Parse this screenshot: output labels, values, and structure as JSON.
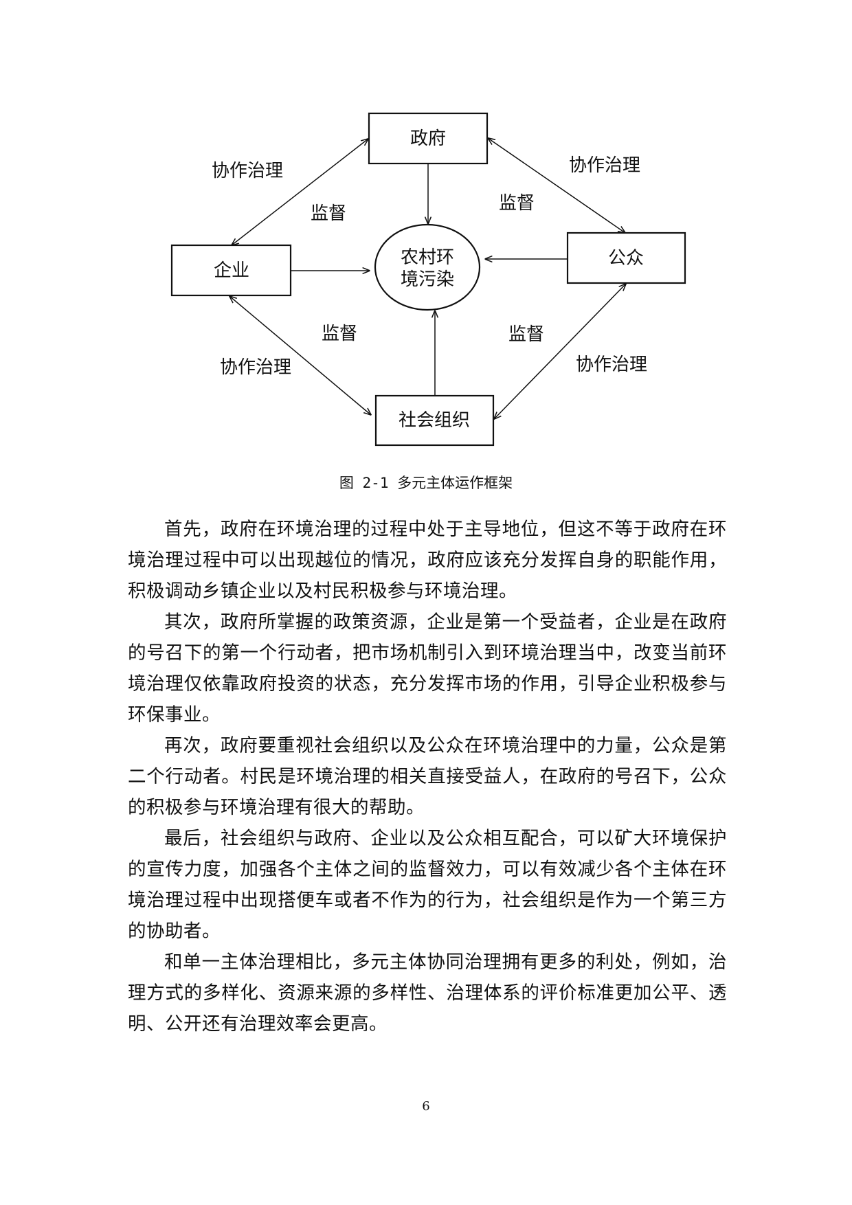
{
  "figure": {
    "nodes": {
      "government": "政府",
      "enterprise": "企业",
      "public": "公众",
      "social_org": "社会组织",
      "center": [
        "农村环",
        "境污染"
      ]
    },
    "edge_labels": {
      "cooperate_top_left": "协作治理",
      "cooperate_top_right": "协作治理",
      "cooperate_bottom_left": "协作治理",
      "cooperate_bottom_right": "协作治理",
      "supervise_top_left": "监督",
      "supervise_top_right": "监督",
      "supervise_bottom_left": "监督",
      "supervise_bottom_right": "监督"
    },
    "caption": "图 2-1  多元主体运作框架"
  },
  "paragraphs": [
    "首先，政府在环境治理的过程中处于主导地位，但这不等于政府在环境治理过程中可以出现越位的情况，政府应该充分发挥自身的职能作用，积极调动乡镇企业以及村民积极参与环境治理。",
    "其次，政府所掌握的政策资源，企业是第一个受益者，企业是在政府的号召下的第一个行动者，把市场机制引入到环境治理当中，改变当前环境治理仅依靠政府投资的状态，充分发挥市场的作用，引导企业积极参与环保事业。",
    "再次，政府要重视社会组织以及公众在环境治理中的力量，公众是第二个行动者。村民是环境治理的相关直接受益人，在政府的号召下，公众的积极参与环境治理有很大的帮助。",
    "最后，社会组织与政府、企业以及公众相互配合，可以矿大环境保护的宣传力度，加强各个主体之间的监督效力，可以有效减少各个主体在环境治理过程中出现搭便车或者不作为的行为，社会组织是作为一个第三方的协助者。",
    "和单一主体治理相比，多元主体协同治理拥有更多的利处，例如，治理方式的多样化、资源来源的多样性、治理体系的评价标准更加公平、透明、公开还有治理效率会更高。"
  ],
  "page_number": "6"
}
